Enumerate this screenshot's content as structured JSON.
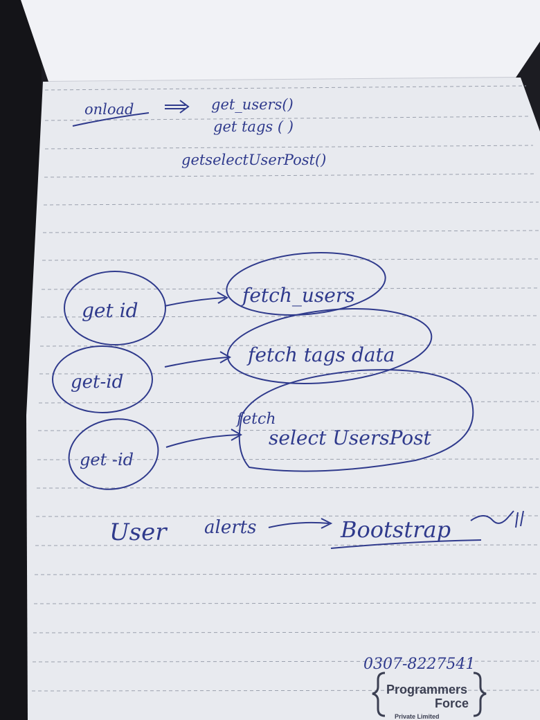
{
  "notes": {
    "onload_label": "onload",
    "onload_calls": [
      "get_users()",
      "get tags ( )",
      "getselectUserPost()"
    ],
    "flow_rows": [
      {
        "source": "get id",
        "target": "fetch_users"
      },
      {
        "source": "get-id",
        "target": "fetch tags data"
      },
      {
        "source": "get -id",
        "target_prefix": "fetch",
        "target": "select UsersPost"
      }
    ],
    "alerts_line": {
      "left": "User",
      "middle": "alerts",
      "right": "Bootstrap"
    },
    "phone": "0307-8227541"
  },
  "logo": {
    "line1": "Programmers",
    "line2": "Force",
    "tagline": "Private Limited"
  },
  "colors": {
    "ink": "#2f3a8c",
    "paper": "#e9ebf0",
    "background": "#1c1c22"
  }
}
